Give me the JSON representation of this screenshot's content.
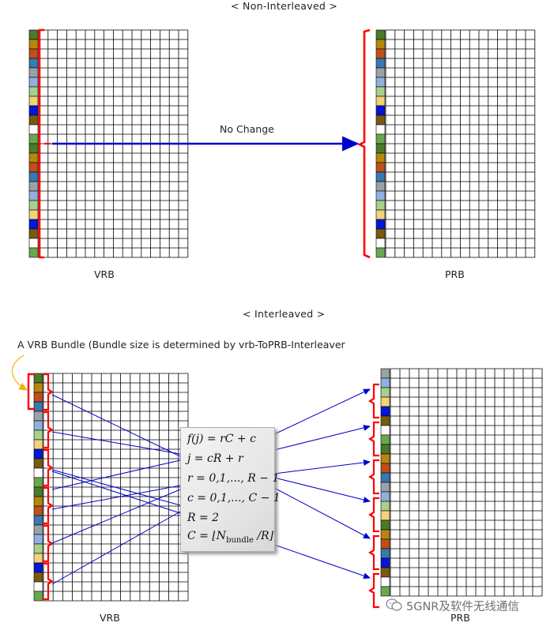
{
  "labels": {
    "non_interleaved_title": "< Non-Interleaved >",
    "interleaved_title": "< Interleaved >",
    "no_change": "No Change",
    "vrb_top": "VRB",
    "prb_top": "PRB",
    "vrb_bottom": "VRB",
    "prb_bottom": "PRB",
    "bundle_note": "A VRB Bundle (Bundle size is determined by vrb-ToPRB-Interleaver"
  },
  "formula": {
    "line1": "f(j) = rC + c",
    "line2": "j = cR + r",
    "line3": "r = 0,1,..., R − 1",
    "line4": "c = 0,1,..., C − 1",
    "line5": "R = 2",
    "line6_prefix": "C = ⌊N",
    "line6_sub": "bundle",
    "line6_suffix": " /R⌋"
  },
  "watermark": "5GNR及软件无线通信",
  "colors": {
    "grid": "#000000",
    "bracket": "#ff0000",
    "arrow": "#0000cc",
    "bundle_arrow": "#f0b400",
    "block_palette": [
      "#4a7a2a",
      "#b8860b",
      "#c0501a",
      "#3a78b0",
      "#9aa2a8",
      "#90b0e0",
      "#a8d08a",
      "#f2d27a",
      "#0018d8",
      "#7a5a10",
      "#ffffff",
      "#6aa84f"
    ]
  },
  "top_stack_colors": [
    "#4a7a2a",
    "#b8860b",
    "#c0501a",
    "#3a78b0",
    "#9aa2a8",
    "#90b0e0",
    "#a8d08a",
    "#f2d27a",
    "#0018d8",
    "#7a5a10",
    "#ffffff",
    "#6aa84f",
    "#4a7a2a",
    "#b8860b",
    "#c0501a",
    "#3a78b0",
    "#9aa2a8",
    "#90b0e0",
    "#a8d08a",
    "#f2d27a",
    "#0018d8",
    "#7a5a10",
    "#ffffff",
    "#6aa84f"
  ],
  "bottom_vrb_colors": [
    "#4a7a2a",
    "#b8860b",
    "#c0501a",
    "#3a78b0",
    "#9aa2a8",
    "#90b0e0",
    "#a8d08a",
    "#f2d27a",
    "#0018d8",
    "#7a5a10",
    "#ffffff",
    "#6aa84f",
    "#4a7a2a",
    "#b8860b",
    "#c0501a",
    "#3a78b0",
    "#9aa2a8",
    "#90b0e0",
    "#a8d08a",
    "#f2d27a",
    "#0018d8",
    "#7a5a10",
    "#ffffff",
    "#6aa84f"
  ],
  "bottom_prb_colors": [
    "#9aa2a8",
    "#90b0e0",
    "#a8d08a",
    "#f2d27a",
    "#0018d8",
    "#7a5a10",
    "#ffffff",
    "#6aa84f",
    "#4a7a2a",
    "#b8860b",
    "#c0501a",
    "#3a78b0",
    "#9aa2a8",
    "#90b0e0",
    "#a8d08a",
    "#f2d27a",
    "#4a7a2a",
    "#b8860b",
    "#c0501a",
    "#3a78b0",
    "#0018d8",
    "#7a5a10",
    "#ffffff",
    "#6aa84f"
  ]
}
